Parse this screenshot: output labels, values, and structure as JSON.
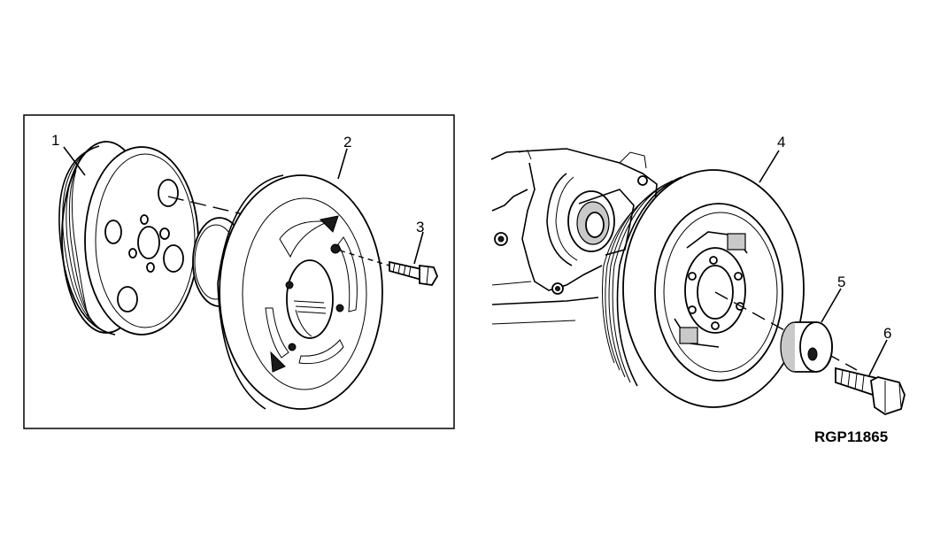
{
  "labels": {
    "part1": "1",
    "part2": "2",
    "part3": "3",
    "part4": "4",
    "part5": "5",
    "part6": "6"
  },
  "figure_code": "RGP11865"
}
